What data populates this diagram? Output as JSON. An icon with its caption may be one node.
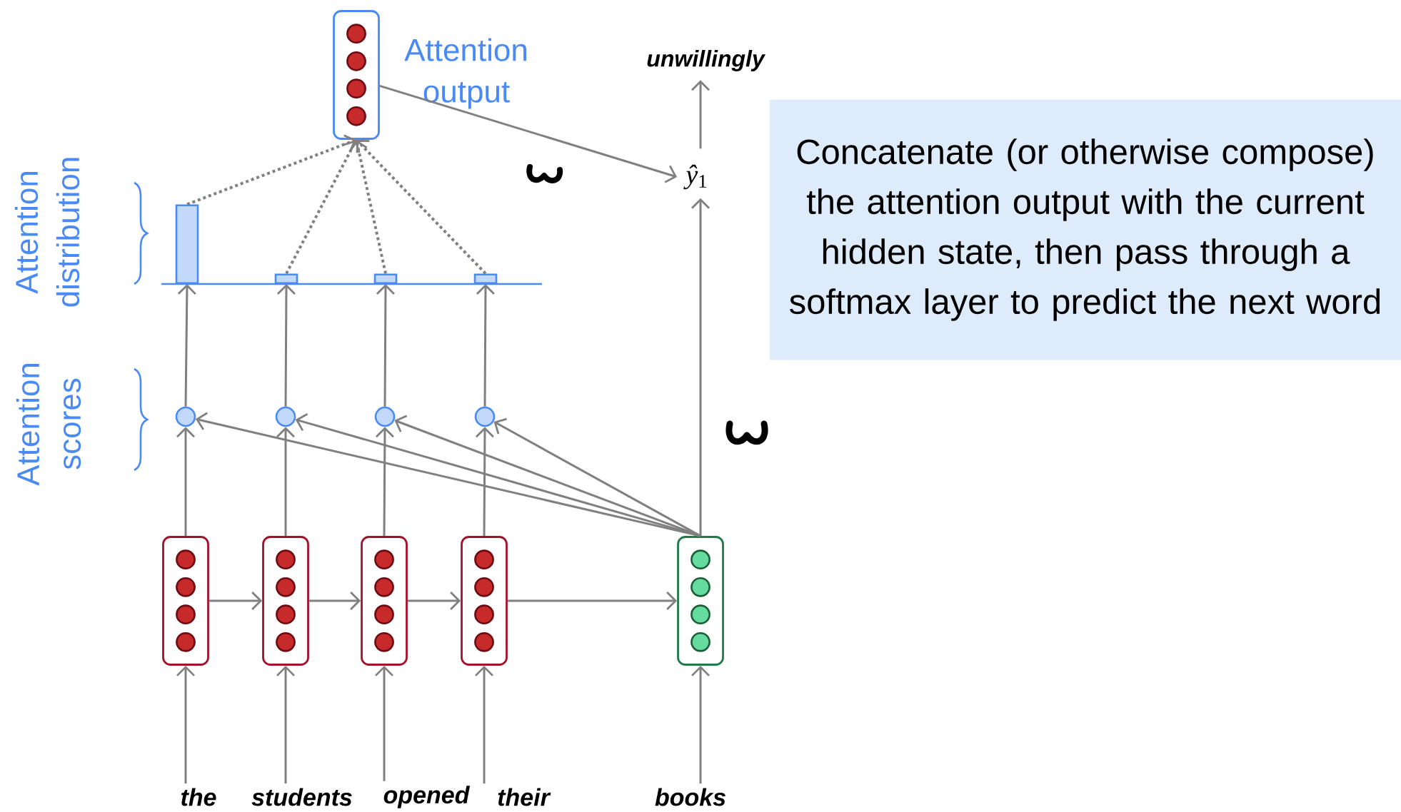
{
  "diagram": {
    "nodes": [
      {
        "text": [
          "the"
        ]
      },
      {
        "text": [
          "students"
        ]
      },
      {
        "text": [
          "opened"
        ]
      },
      {
        "text": [
          "their"
        ]
      },
      {
        "text": [
          "books"
        ]
      },
      {
        "text": [],
        "shape": "box"
      },
      {
        "text": [],
        "shape": "box"
      },
      {
        "text": [],
        "shape": "box"
      },
      {
        "text": [],
        "shape": "box"
      },
      {
        "text": [],
        "shape": "box"
      },
      {
        "text": [],
        "shape": "circle"
      },
      {
        "text": [],
        "shape": "circle"
      },
      {
        "text": [],
        "shape": "circle"
      },
      {
        "text": [],
        "shape": "circle"
      },
      {
        "text": [],
        "shape": "bar"
      },
      {
        "text": [],
        "shape": "bar"
      },
      {
        "text": [],
        "shape": "bar"
      },
      {
        "text": [],
        "shape": "bar"
      },
      {
        "text": [],
        "shape": "box",
        "beside": [
          "Attention output"
        ]
      },
      {
        "text": [
          "*ŷ*$_{1}$"
        ]
      },
      {
        "text": [
          "unwillingly"
        ]
      },
      {
        "text": [
          "Concatenate (or otherwise compose) the attention output with the current hidden state, then pass through a softmax layer to predict the next word"
        ]
      }
    ],
    "edges": [
      {
        "from": 0,
        "to": 5,
        "arrow": "to"
      },
      {
        "from": 1,
        "to": 6,
        "arrow": "to"
      },
      {
        "from": 2,
        "to": 7,
        "arrow": "to"
      },
      {
        "from": 3,
        "to": 8,
        "arrow": "to"
      },
      {
        "from": 4,
        "to": 9,
        "arrow": "to"
      },
      {
        "from": 5,
        "to": 6,
        "arrow": "to"
      },
      {
        "from": 6,
        "to": 7,
        "arrow": "to"
      },
      {
        "from": 7,
        "to": 8,
        "arrow": "to"
      },
      {
        "from": 8,
        "to": 9,
        "arrow": "to"
      },
      {
        "from": 5,
        "to": 10,
        "arrow": "to"
      },
      {
        "from": 6,
        "to": 11,
        "arrow": "to"
      },
      {
        "from": 7,
        "to": 12,
        "arrow": "to"
      },
      {
        "from": 8,
        "to": 13,
        "arrow": "to"
      },
      {
        "from": 9,
        "to": 10,
        "arrow": "to"
      },
      {
        "from": 9,
        "to": 11,
        "arrow": "to"
      },
      {
        "from": 9,
        "to": 12,
        "arrow": "to"
      },
      {
        "from": 9,
        "to": 13,
        "arrow": "to"
      },
      {
        "from": 10,
        "to": 14,
        "arrow": "to"
      },
      {
        "from": 11,
        "to": 15,
        "arrow": "to"
      },
      {
        "from": 12,
        "to": 16,
        "arrow": "to"
      },
      {
        "from": 13,
        "to": 17,
        "arrow": "to"
      },
      {
        "from": 14,
        "to": 18,
        "arrow": "to",
        "style": "dashed"
      },
      {
        "from": 15,
        "to": 18,
        "arrow": "to",
        "style": "dashed"
      },
      {
        "from": 16,
        "to": 18,
        "arrow": "to",
        "style": "dashed"
      },
      {
        "from": 17,
        "to": 18,
        "arrow": "to",
        "style": "dashed"
      },
      {
        "from": 18,
        "to": 19,
        "arrow": "to"
      },
      {
        "from": 9,
        "to": 19,
        "arrow": "to"
      },
      {
        "from": 19,
        "to": 20,
        "arrow": "to"
      }
    ],
    "labels": [
      "Attention distribution",
      "Attention scores"
    ]
  }
}
